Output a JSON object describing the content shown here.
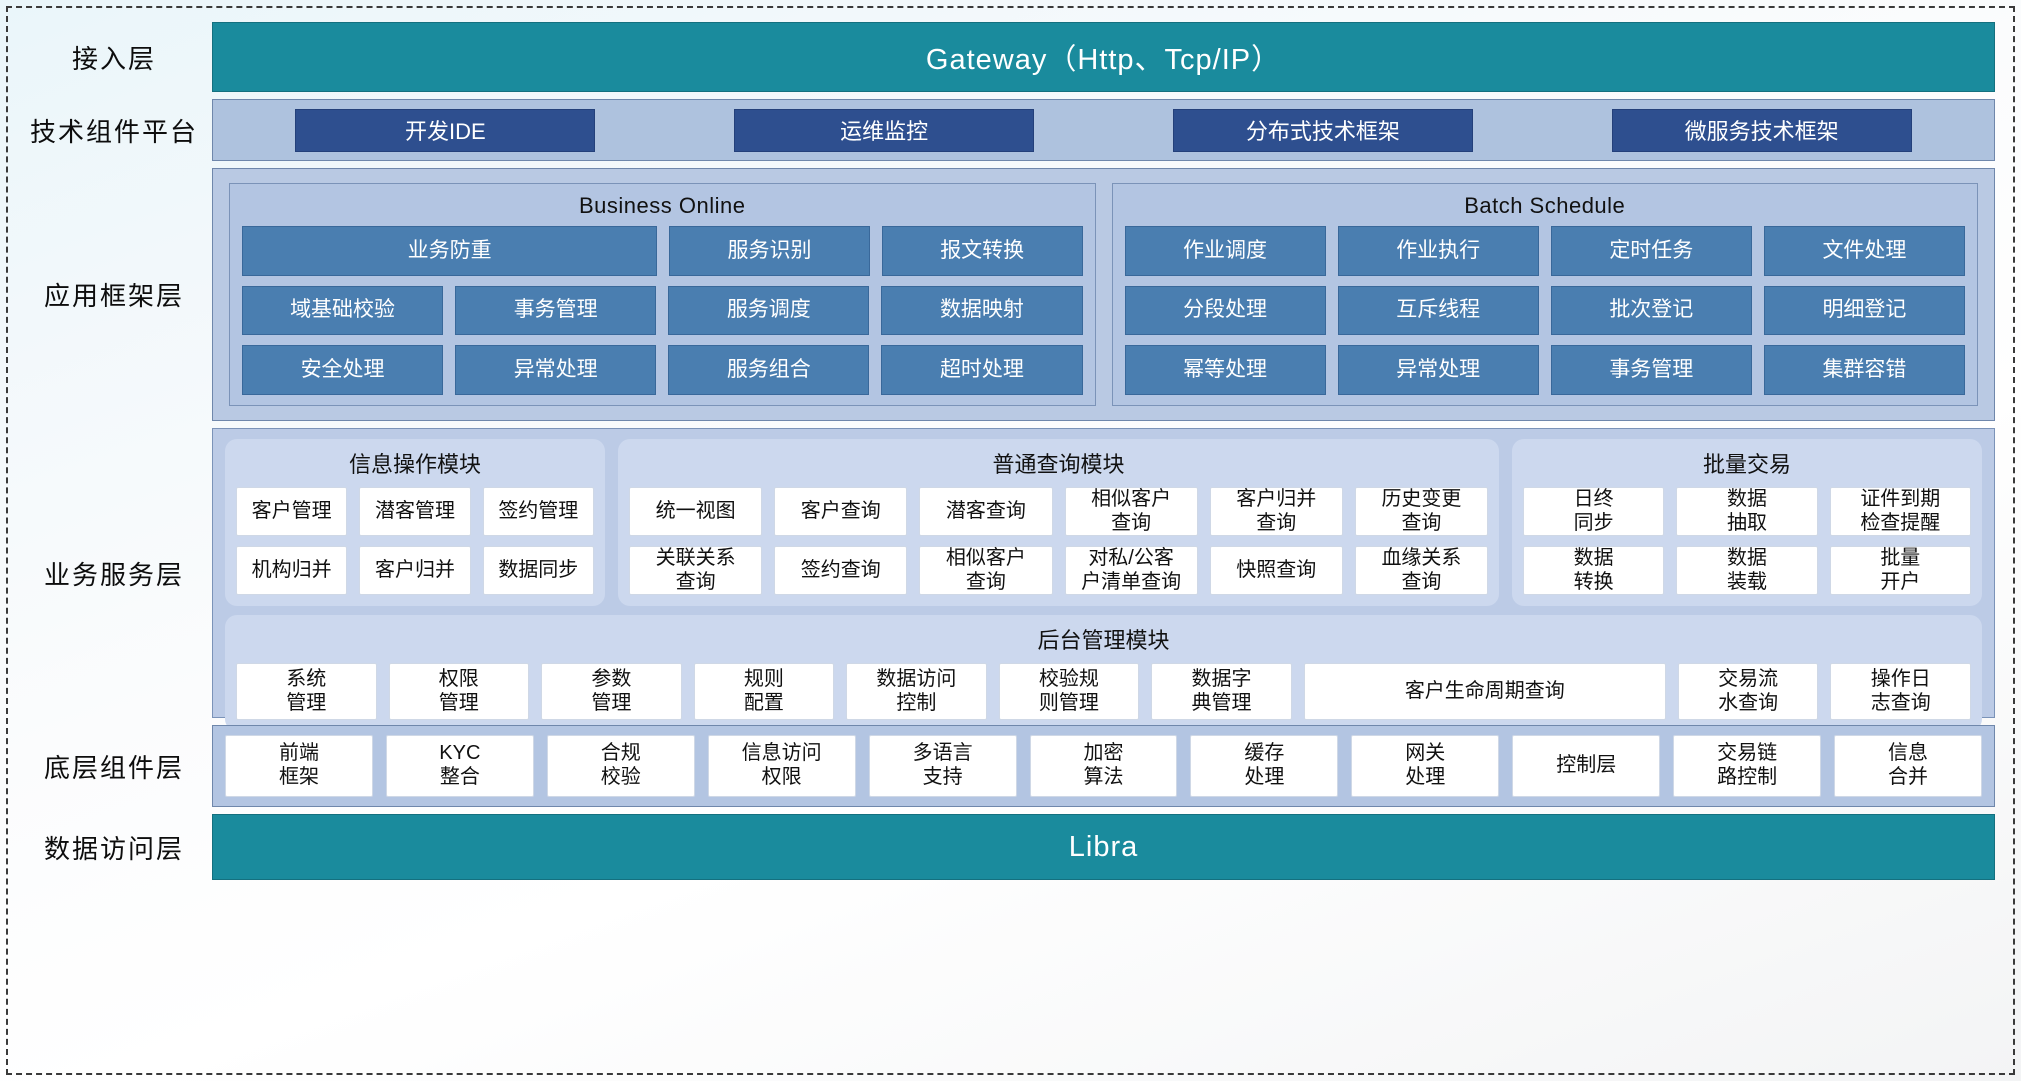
{
  "layers": {
    "access": "接入层",
    "tech_platform": "技术组件平台",
    "app_framework": "应用框架层",
    "business_service": "业务服务层",
    "base_component": "底层组件层",
    "data_access": "数据访问层"
  },
  "gateway": {
    "label": "Gateway（Http、Tcp/IP）"
  },
  "data_access_bar": {
    "label": "Libra"
  },
  "tech_platform_items": [
    "开发IDE",
    "运维监控",
    "分布式技术框架",
    "微服务技术框架"
  ],
  "app_framework": {
    "groups": [
      {
        "title": "Business Online",
        "rows": [
          [
            {
              "label": "业务防重",
              "span": 2
            },
            {
              "label": "服务识别"
            },
            {
              "label": "报文转换"
            }
          ],
          [
            {
              "label": "域基础校验"
            },
            {
              "label": "事务管理"
            },
            {
              "label": "服务调度"
            },
            {
              "label": "数据映射"
            }
          ],
          [
            {
              "label": "安全处理"
            },
            {
              "label": "异常处理"
            },
            {
              "label": "服务组合"
            },
            {
              "label": "超时处理"
            }
          ]
        ]
      },
      {
        "title": "Batch Schedule",
        "rows": [
          [
            {
              "label": "作业调度"
            },
            {
              "label": "作业执行"
            },
            {
              "label": "定时任务"
            },
            {
              "label": "文件处理"
            }
          ],
          [
            {
              "label": "分段处理"
            },
            {
              "label": "互斥线程"
            },
            {
              "label": "批次登记"
            },
            {
              "label": "明细登记"
            }
          ],
          [
            {
              "label": "幂等处理"
            },
            {
              "label": "异常处理"
            },
            {
              "label": "事务管理"
            },
            {
              "label": "集群容错"
            }
          ]
        ]
      }
    ]
  },
  "business_service": {
    "modules": [
      {
        "title": "信息操作模块",
        "rows": [
          [
            {
              "label": "客户管理"
            },
            {
              "label": "潜客管理"
            },
            {
              "label": "签约管理"
            }
          ],
          [
            {
              "label": "机构归并"
            },
            {
              "label": "客户归并"
            },
            {
              "label": "数据同步"
            }
          ]
        ]
      },
      {
        "title": "普通查询模块",
        "rows": [
          [
            {
              "label": "统一视图"
            },
            {
              "label": "客户查询"
            },
            {
              "label": "潜客查询"
            },
            {
              "label": "相似客户\n查询"
            },
            {
              "label": "客户归并\n查询"
            },
            {
              "label": "历史变更\n查询"
            }
          ],
          [
            {
              "label": "关联关系\n查询"
            },
            {
              "label": "签约查询"
            },
            {
              "label": "相似客户\n查询"
            },
            {
              "label": "对私/公客\n户清单查询"
            },
            {
              "label": "快照查询"
            },
            {
              "label": "血缘关系\n查询"
            }
          ]
        ]
      },
      {
        "title": "批量交易",
        "rows": [
          [
            {
              "label": "日终\n同步"
            },
            {
              "label": "数据\n抽取"
            },
            {
              "label": "证件到期\n检查提醒"
            }
          ],
          [
            {
              "label": "数据\n转换"
            },
            {
              "label": "数据\n装载"
            },
            {
              "label": "批量\n开户"
            }
          ]
        ]
      }
    ],
    "admin_module": {
      "title": "后台管理模块",
      "items": [
        {
          "label": "系统\n管理"
        },
        {
          "label": "权限\n管理"
        },
        {
          "label": "参数\n管理"
        },
        {
          "label": "规则\n配置"
        },
        {
          "label": "数据访问\n控制"
        },
        {
          "label": "校验规\n则管理"
        },
        {
          "label": "数据字\n典管理"
        },
        {
          "label": "客户生命周期查询",
          "wide": true
        },
        {
          "label": "交易流\n水查询"
        },
        {
          "label": "操作日\n志查询"
        }
      ]
    }
  },
  "base_components": [
    {
      "label": "前端\n框架"
    },
    {
      "label": "KYC\n整合"
    },
    {
      "label": "合规\n校验"
    },
    {
      "label": "信息访问\n权限"
    },
    {
      "label": "多语言\n支持"
    },
    {
      "label": "加密\n算法"
    },
    {
      "label": "缓存\n处理"
    },
    {
      "label": "网关\n处理"
    },
    {
      "label": "控制层"
    },
    {
      "label": "交易链\n路控制"
    },
    {
      "label": "信息\n合并"
    }
  ],
  "colors": {
    "teal": "#1a8b9d",
    "dark_blue": "#2e4f8f",
    "mid_blue": "#4a7eb0",
    "pale_blue": "#b3c5e2",
    "module_bg": "#ccd8ee",
    "white_cell": "#ffffff"
  }
}
